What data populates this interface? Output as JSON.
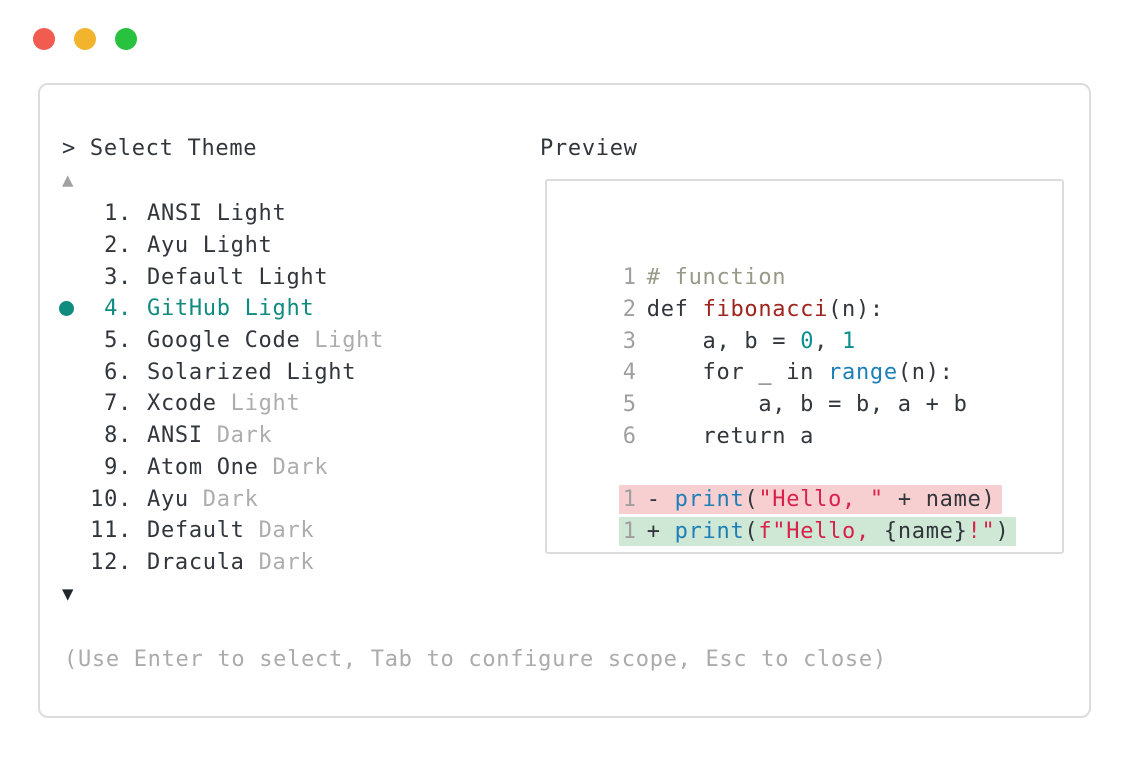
{
  "window_controls": {
    "close": "close",
    "minimize": "minimize",
    "maximize": "maximize"
  },
  "theme_picker": {
    "prompt": "> Select Theme",
    "scroll_up_indicator": "▲",
    "scroll_down_indicator": "▼",
    "items": [
      {
        "num": "1.",
        "label": "ANSI Light",
        "muted": "",
        "selected": false
      },
      {
        "num": "2.",
        "label": "Ayu Light",
        "muted": "",
        "selected": false
      },
      {
        "num": "3.",
        "label": "Default Light",
        "muted": "",
        "selected": false
      },
      {
        "num": "4.",
        "label": "GitHub Light",
        "muted": "",
        "selected": true
      },
      {
        "num": "5.",
        "label": "Google Code",
        "muted": "Light",
        "selected": false
      },
      {
        "num": "6.",
        "label": "Solarized Light",
        "muted": "",
        "selected": false
      },
      {
        "num": "7.",
        "label": "Xcode",
        "muted": "Light",
        "selected": false
      },
      {
        "num": "8.",
        "label": "ANSI",
        "muted": "Dark",
        "selected": false
      },
      {
        "num": "9.",
        "label": "Atom One",
        "muted": "Dark",
        "selected": false
      },
      {
        "num": "10.",
        "label": "Ayu",
        "muted": "Dark",
        "selected": false
      },
      {
        "num": "11.",
        "label": "Default",
        "muted": "Dark",
        "selected": false
      },
      {
        "num": "12.",
        "label": "Dracula",
        "muted": "Dark",
        "selected": false
      }
    ],
    "footer_hint": "(Use Enter to select, Tab to configure scope, Esc to close)"
  },
  "preview": {
    "title": "Preview",
    "code_lines": [
      {
        "num": "1",
        "bg": "none",
        "tokens": [
          {
            "text": "# function",
            "type": "comment"
          }
        ]
      },
      {
        "num": "2",
        "bg": "none",
        "tokens": [
          {
            "text": "def ",
            "type": "plain"
          },
          {
            "text": "fibonacci",
            "type": "function"
          },
          {
            "text": "(n):",
            "type": "plain"
          }
        ]
      },
      {
        "num": "3",
        "bg": "none",
        "tokens": [
          {
            "text": "    a, b = ",
            "type": "plain"
          },
          {
            "text": "0",
            "type": "number"
          },
          {
            "text": ", ",
            "type": "plain"
          },
          {
            "text": "1",
            "type": "number"
          }
        ]
      },
      {
        "num": "4",
        "bg": "none",
        "tokens": [
          {
            "text": "    for _ in ",
            "type": "plain"
          },
          {
            "text": "range",
            "type": "builtin"
          },
          {
            "text": "(n):",
            "type": "plain"
          }
        ]
      },
      {
        "num": "5",
        "bg": "none",
        "tokens": [
          {
            "text": "        a, b = b, a + b",
            "type": "plain"
          }
        ]
      },
      {
        "num": "6",
        "bg": "none",
        "tokens": [
          {
            "text": "    return a",
            "type": "plain"
          }
        ]
      },
      {
        "num": "",
        "bg": "none",
        "tokens": []
      },
      {
        "num": "1",
        "bg": "removed",
        "tokens": [
          {
            "text": "- ",
            "type": "plain"
          },
          {
            "text": "print",
            "type": "builtin"
          },
          {
            "text": "(",
            "type": "plain"
          },
          {
            "text": "\"Hello, \"",
            "type": "string"
          },
          {
            "text": " + name)",
            "type": "plain"
          }
        ]
      },
      {
        "num": "1",
        "bg": "added",
        "tokens": [
          {
            "text": "+ ",
            "type": "plain"
          },
          {
            "text": "print",
            "type": "builtin"
          },
          {
            "text": "(",
            "type": "plain"
          },
          {
            "text": "f\"Hello, ",
            "type": "string"
          },
          {
            "text": "{name}",
            "type": "plain"
          },
          {
            "text": "!\"",
            "type": "string"
          },
          {
            "text": ")",
            "type": "plain"
          }
        ]
      }
    ]
  },
  "colors": {
    "accent_teal": "#0f8b80",
    "text_dark": "#30363b",
    "text_muted": "#adadad",
    "line_number_gray": "#9f9f9f",
    "footer_gray": "#ababab",
    "comment_gray": "#999988",
    "function_red": "#a0241e",
    "string_red": "#d8224c",
    "builtin_blue": "#1d7fb7",
    "number_teal": "#0d8f8f",
    "diff_removed_bg": "#f8cfd1",
    "diff_added_bg": "#cfe8d6",
    "window_border": "#dcdcdc",
    "traffic_red": "#f25b50",
    "traffic_yellow": "#f2b32d",
    "traffic_green": "#28c23e",
    "scroll_up_gray": "#a2a2a2",
    "scroll_down_dark": "#22272b"
  }
}
